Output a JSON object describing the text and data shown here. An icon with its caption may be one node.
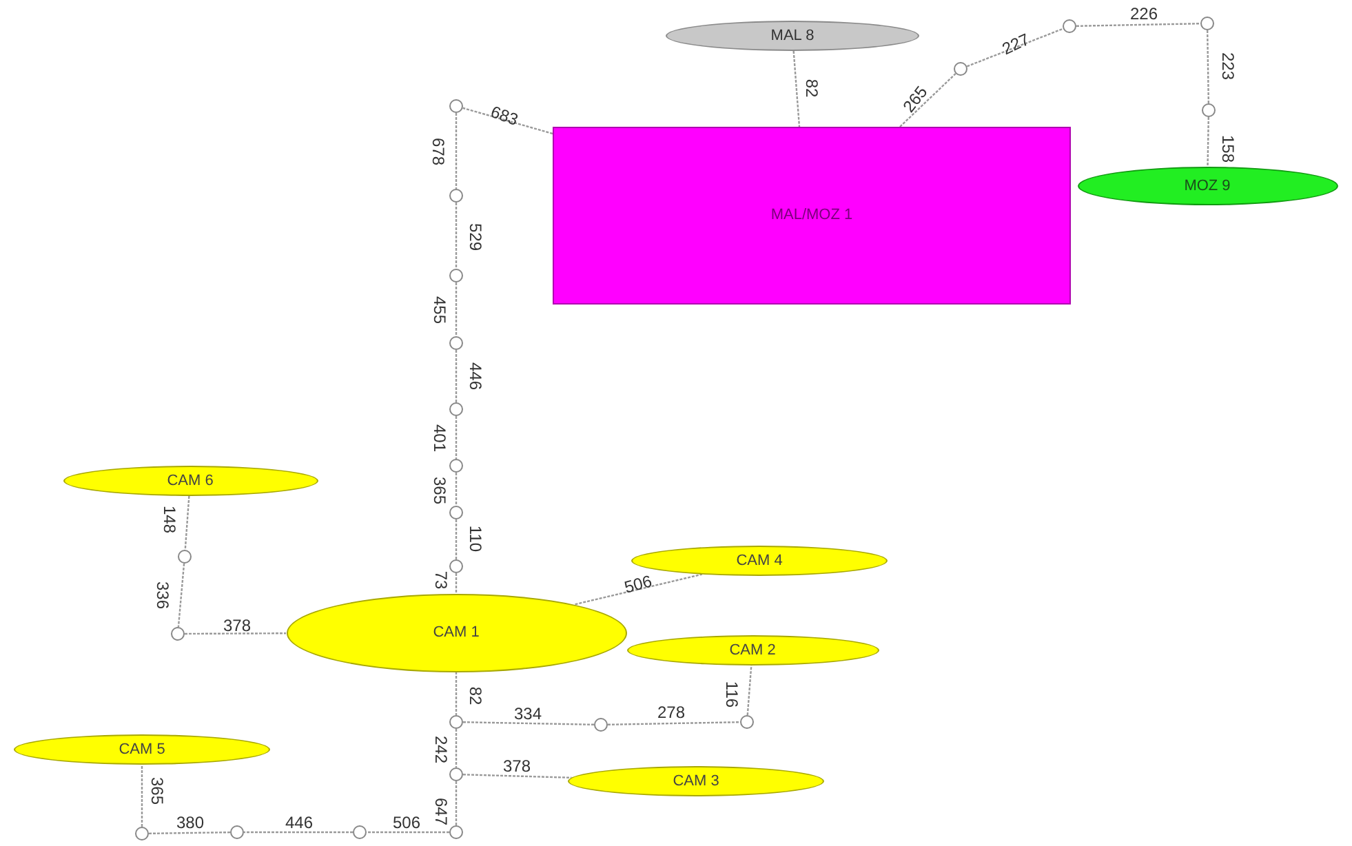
{
  "diagram": {
    "nodes": [
      {
        "text": [
          "MAL 8"
        ]
      },
      {
        "text": [
          "MAL/MOZ 1"
        ]
      },
      {
        "text": [
          "MOZ 9"
        ]
      },
      {
        "text": [
          "CAM 6"
        ]
      },
      {
        "text": [
          "CAM 4"
        ]
      },
      {
        "text": [
          "CAM 1"
        ]
      },
      {
        "text": [
          "CAM 2"
        ]
      },
      {
        "text": [
          "CAM 5"
        ]
      },
      {
        "text": [
          "CAM 3"
        ]
      },
      {
        "text": [],
        "shape": "circle"
      },
      {
        "text": [],
        "shape": "circle"
      },
      {
        "text": [],
        "shape": "circle"
      },
      {
        "text": [],
        "shape": "circle"
      },
      {
        "text": [],
        "shape": "circle"
      },
      {
        "text": [],
        "shape": "circle"
      },
      {
        "text": [],
        "shape": "circle"
      },
      {
        "text": [],
        "shape": "circle"
      },
      {
        "text": [],
        "shape": "circle"
      },
      {
        "text": [],
        "shape": "circle"
      },
      {
        "text": [],
        "shape": "circle"
      },
      {
        "text": [],
        "shape": "circle"
      },
      {
        "text": [],
        "shape": "circle"
      },
      {
        "text": [],
        "shape": "circle"
      },
      {
        "text": [],
        "shape": "circle"
      },
      {
        "text": [],
        "shape": "circle"
      },
      {
        "text": [],
        "shape": "circle"
      },
      {
        "text": [],
        "shape": "circle"
      },
      {
        "text": [],
        "shape": "circle"
      },
      {
        "text": [],
        "shape": "circle"
      },
      {
        "text": [],
        "shape": "circle"
      },
      {
        "text": [],
        "shape": "circle"
      }
    ],
    "edges": [
      {
        "from": 0,
        "to": 1,
        "arrow": "none",
        "label": "82"
      },
      {
        "from": 1,
        "to": 9,
        "arrow": "none",
        "label": "683"
      },
      {
        "from": 9,
        "to": 10,
        "arrow": "none",
        "label": "678"
      },
      {
        "from": 10,
        "to": 11,
        "arrow": "none",
        "label": "529"
      },
      {
        "from": 11,
        "to": 12,
        "arrow": "none",
        "label": "455"
      },
      {
        "from": 12,
        "to": 13,
        "arrow": "none",
        "label": "446"
      },
      {
        "from": 13,
        "to": 14,
        "arrow": "none",
        "label": "401"
      },
      {
        "from": 14,
        "to": 15,
        "arrow": "none",
        "label": "365"
      },
      {
        "from": 15,
        "to": 16,
        "arrow": "none",
        "label": "110"
      },
      {
        "from": 16,
        "to": 5,
        "arrow": "none",
        "label": "73"
      },
      {
        "from": 1,
        "to": 17,
        "arrow": "none",
        "label": "265"
      },
      {
        "from": 17,
        "to": 18,
        "arrow": "none",
        "label": "227"
      },
      {
        "from": 18,
        "to": 19,
        "arrow": "none",
        "label": "226"
      },
      {
        "from": 19,
        "to": 20,
        "arrow": "none",
        "label": "223"
      },
      {
        "from": 20,
        "to": 2,
        "arrow": "none",
        "label": "158"
      },
      {
        "from": 3,
        "to": 21,
        "arrow": "none",
        "label": "148"
      },
      {
        "from": 21,
        "to": 22,
        "arrow": "none",
        "label": "336"
      },
      {
        "from": 22,
        "to": 5,
        "arrow": "none",
        "label": "378"
      },
      {
        "from": 5,
        "to": 4,
        "arrow": "none",
        "label": "506"
      },
      {
        "from": 5,
        "to": 23,
        "arrow": "none",
        "label": "82"
      },
      {
        "from": 23,
        "to": 24,
        "arrow": "none",
        "label": "334"
      },
      {
        "from": 24,
        "to": 25,
        "arrow": "none",
        "label": "278"
      },
      {
        "from": 25,
        "to": 6,
        "arrow": "none",
        "label": "116"
      },
      {
        "from": 23,
        "to": 26,
        "arrow": "none",
        "label": "242"
      },
      {
        "from": 26,
        "to": 8,
        "arrow": "none",
        "label": "378"
      },
      {
        "from": 26,
        "to": 27,
        "arrow": "none",
        "label": "647"
      },
      {
        "from": 27,
        "to": 28,
        "arrow": "none",
        "label": "506"
      },
      {
        "from": 28,
        "to": 29,
        "arrow": "none",
        "label": "446"
      },
      {
        "from": 29,
        "to": 30,
        "arrow": "none",
        "label": "380"
      },
      {
        "from": 30,
        "to": 7,
        "arrow": "none",
        "label": "365"
      }
    ]
  }
}
